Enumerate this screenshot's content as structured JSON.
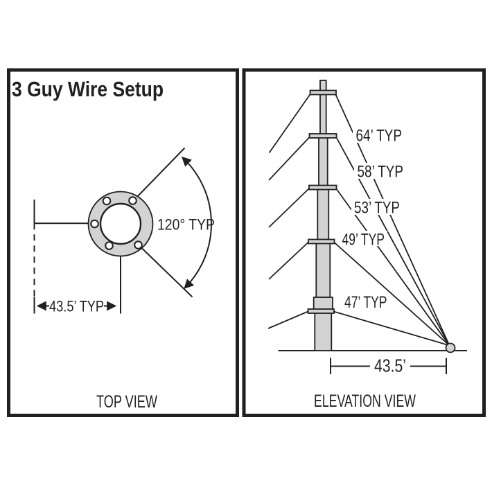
{
  "title": "3 Guy Wire Setup",
  "top_view": {
    "caption": "TOP VIEW",
    "angle_label": "120° TYP",
    "anchor_spacing_label": "43.5’ TYP"
  },
  "elevation_view": {
    "caption": "ELEVATION VIEW",
    "guy_labels": [
      "64’ TYP",
      "58’ TYP",
      "53’ TYP",
      "49’ TYP",
      "47’ TYP"
    ],
    "anchor_distance_label": "43.5’"
  },
  "colors": {
    "ink": "#231f20",
    "metal_gray": "#d1d3d4",
    "background": "#ffffff"
  }
}
